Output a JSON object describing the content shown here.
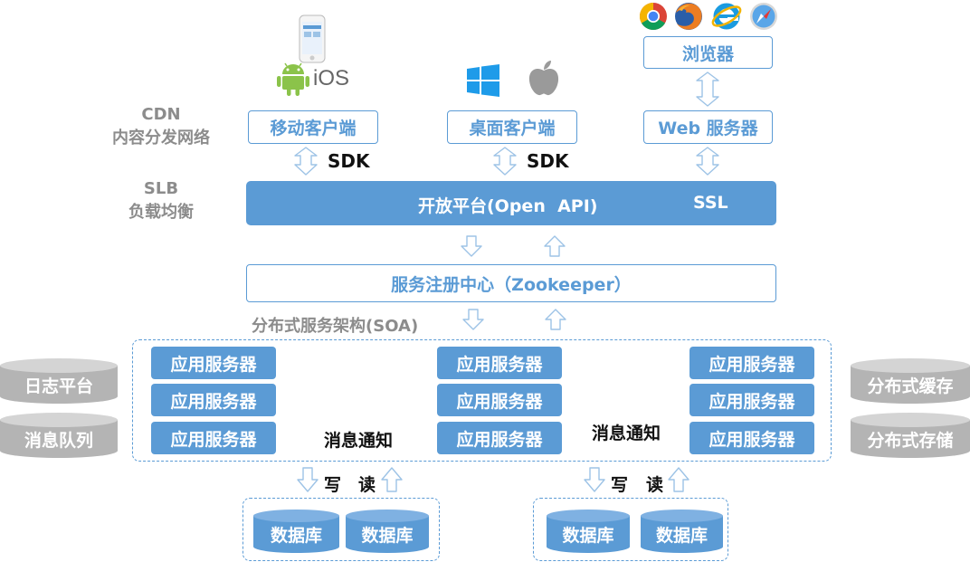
{
  "left_labels": {
    "cdn_line1": "CDN",
    "cdn_line2": "内容分发网络",
    "slb_line1": "SLB",
    "slb_line2": "负载均衡"
  },
  "os_labels": {
    "ios": "iOS"
  },
  "clients": {
    "mobile": "移动客户端",
    "desktop": "桌面客户端",
    "browser": "浏览器",
    "web_server": "Web 服务器",
    "sdk1": "SDK",
    "sdk2": "SDK"
  },
  "open_api": {
    "label": "开放平台(Open  API)",
    "ssl": "SSL"
  },
  "registry": {
    "label": "服务注册中心（Zookeeper）"
  },
  "soa": {
    "label": "分布式服务架构(SOA)",
    "app_server_label": "应用服务器",
    "msg1": "消息通知",
    "msg2": "消息通知"
  },
  "side_services": {
    "log": "日志平台",
    "queue": "消息队列",
    "cache": "分布式缓存",
    "storage": "分布式存储"
  },
  "io": {
    "write1": "写",
    "read1": "读",
    "write2": "写",
    "read2": "读"
  },
  "databases": {
    "label": "数据库"
  },
  "colors": {
    "primary": "#5b9bd5",
    "gray": "#8c8c8c",
    "gray_light": "#d0d0d0",
    "arrow": "#9dc3e6"
  },
  "icons": [
    "phone-icon",
    "android-icon",
    "windows-icon",
    "apple-icon",
    "chrome-icon",
    "firefox-icon",
    "ie-icon",
    "safari-icon"
  ]
}
